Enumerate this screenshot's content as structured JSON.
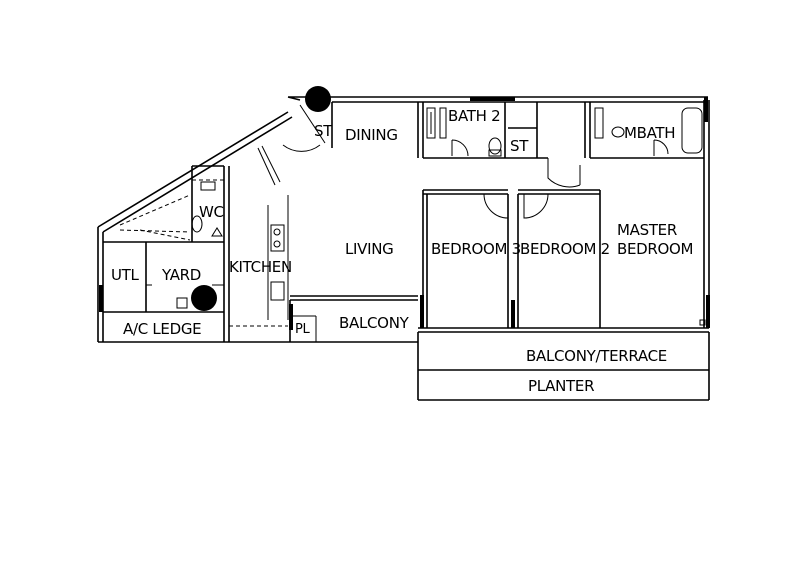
{
  "rooms": {
    "dining": "DINING",
    "st_top": "ST",
    "bath2": "BATH 2",
    "st_bath": "ST",
    "mbath": "MBATH",
    "wc": "WC",
    "living": "LIVING",
    "bedroom3": "BEDROOM 3",
    "bedroom2": "BEDROOM 2",
    "master_line1": "MASTER",
    "master_line2": "BEDROOM",
    "utl": "UTL",
    "yard": "YARD",
    "kitchen": "KITCHEN",
    "pl": "PL",
    "balcony": "BALCONY",
    "ac_ledge": "A/C LEDGE",
    "balcony_terrace": "BALCONY/TERRACE",
    "planter": "PLANTER"
  }
}
